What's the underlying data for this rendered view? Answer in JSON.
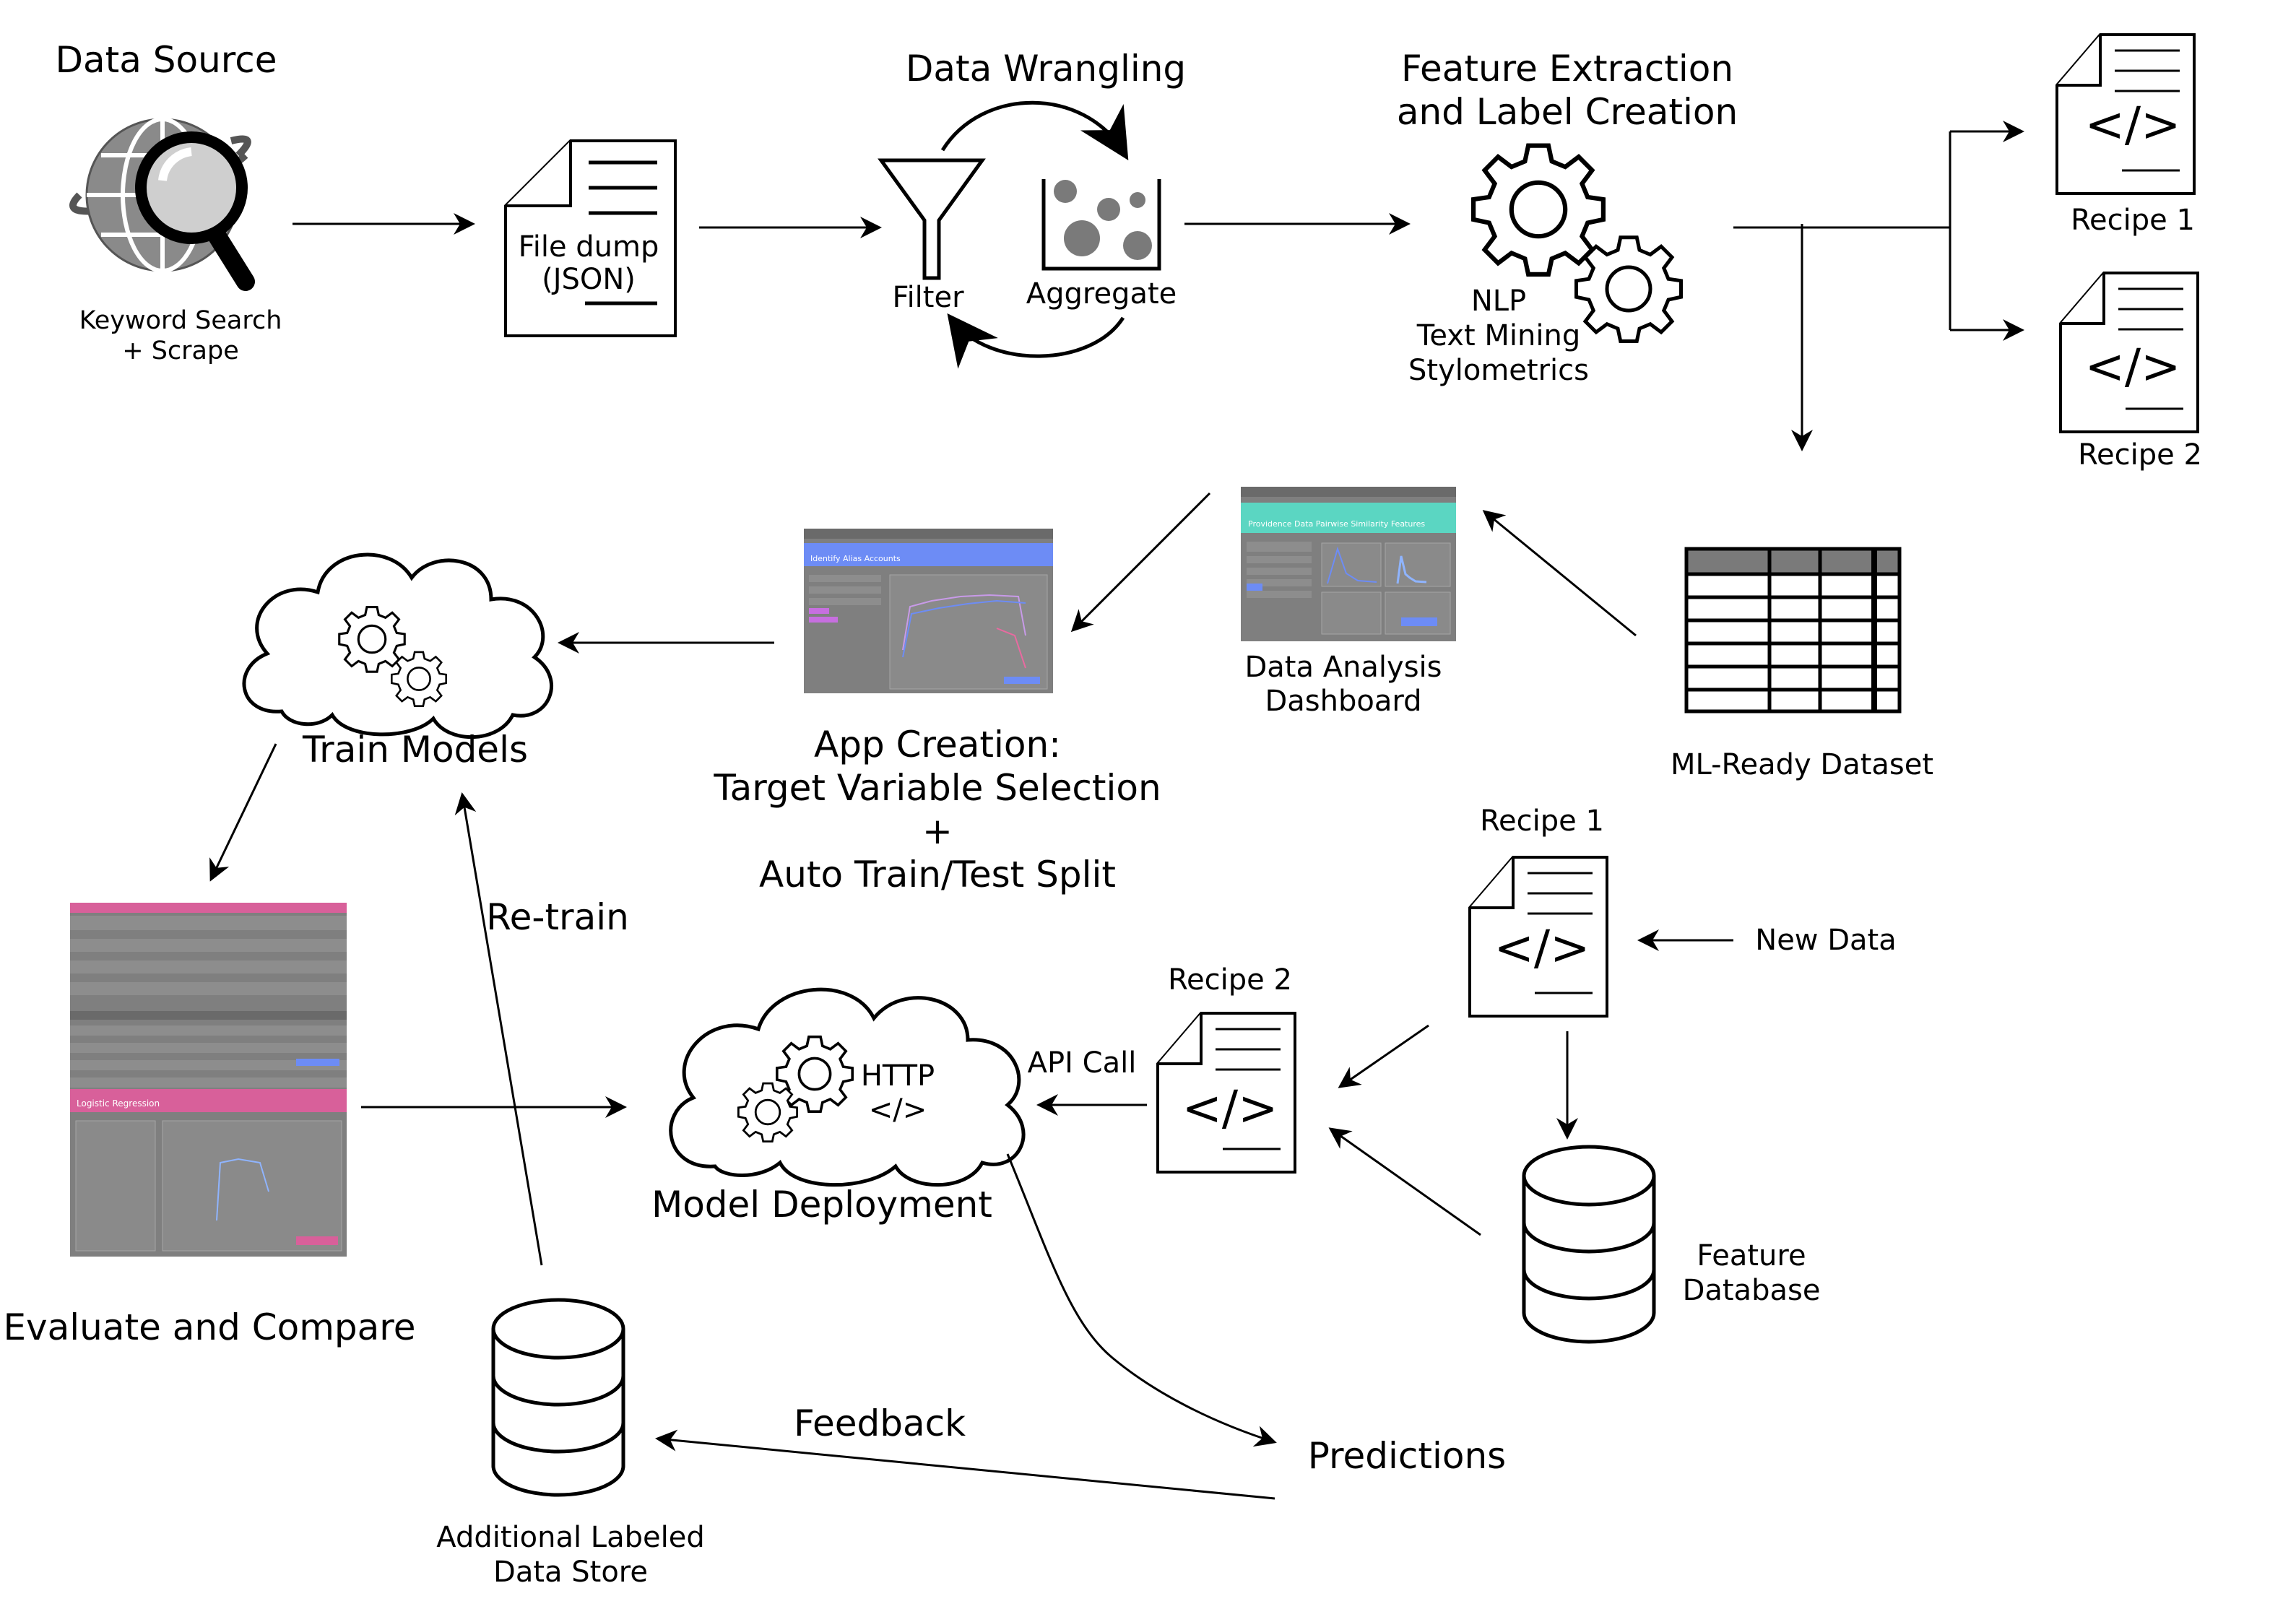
{
  "labels": {
    "data_source": "Data Source",
    "keyword_search_1": "Keyword Search",
    "keyword_search_2": "+ Scrape",
    "file_dump_1": "File dump",
    "file_dump_2": "(JSON)",
    "data_wrangling": "Data Wrangling",
    "filter": "Filter",
    "aggregate": "Aggregate",
    "feature_extraction_1": "Feature Extraction",
    "feature_extraction_2": "and Label Creation",
    "nlp": "NLP",
    "text_mining": "Text Mining",
    "stylometrics": "Stylometrics",
    "recipe_1": "Recipe 1",
    "recipe_2": "Recipe 2",
    "code_glyph": "</>",
    "train_models": "Train Models",
    "app_creation_1": "App Creation:",
    "app_creation_2": "Target Variable Selection",
    "app_creation_3": "+",
    "app_creation_4": "Auto Train/Test Split",
    "dashboard_1": "Data Analysis",
    "dashboard_2": "Dashboard",
    "ml_ready": "ML-Ready Dataset",
    "re_train": "Re-train",
    "recipe_1b": "Recipe 1",
    "new_data": "New Data",
    "recipe_2b": "Recipe 2",
    "api_call": "API Call",
    "http": "HTTP",
    "model_deployment": "Model Deployment",
    "feature_db_1": "Feature",
    "feature_db_2": "Database",
    "evaluate": "Evaluate and Compare",
    "feedback": "Feedback",
    "predictions": "Predictions",
    "labeled_store_1": "Additional Labeled",
    "labeled_store_2": "Data Store"
  },
  "screenshots": {
    "dashboard_title": "Providence Data Pairwise Similarity Features",
    "app_title": "Identify Alias Accounts",
    "eval_title": "Logistic Regression"
  },
  "colors": {
    "dashboard_accent": "#5bd6c2",
    "app_accent": "#6d8cf5",
    "eval_accent": "#d8609a"
  }
}
